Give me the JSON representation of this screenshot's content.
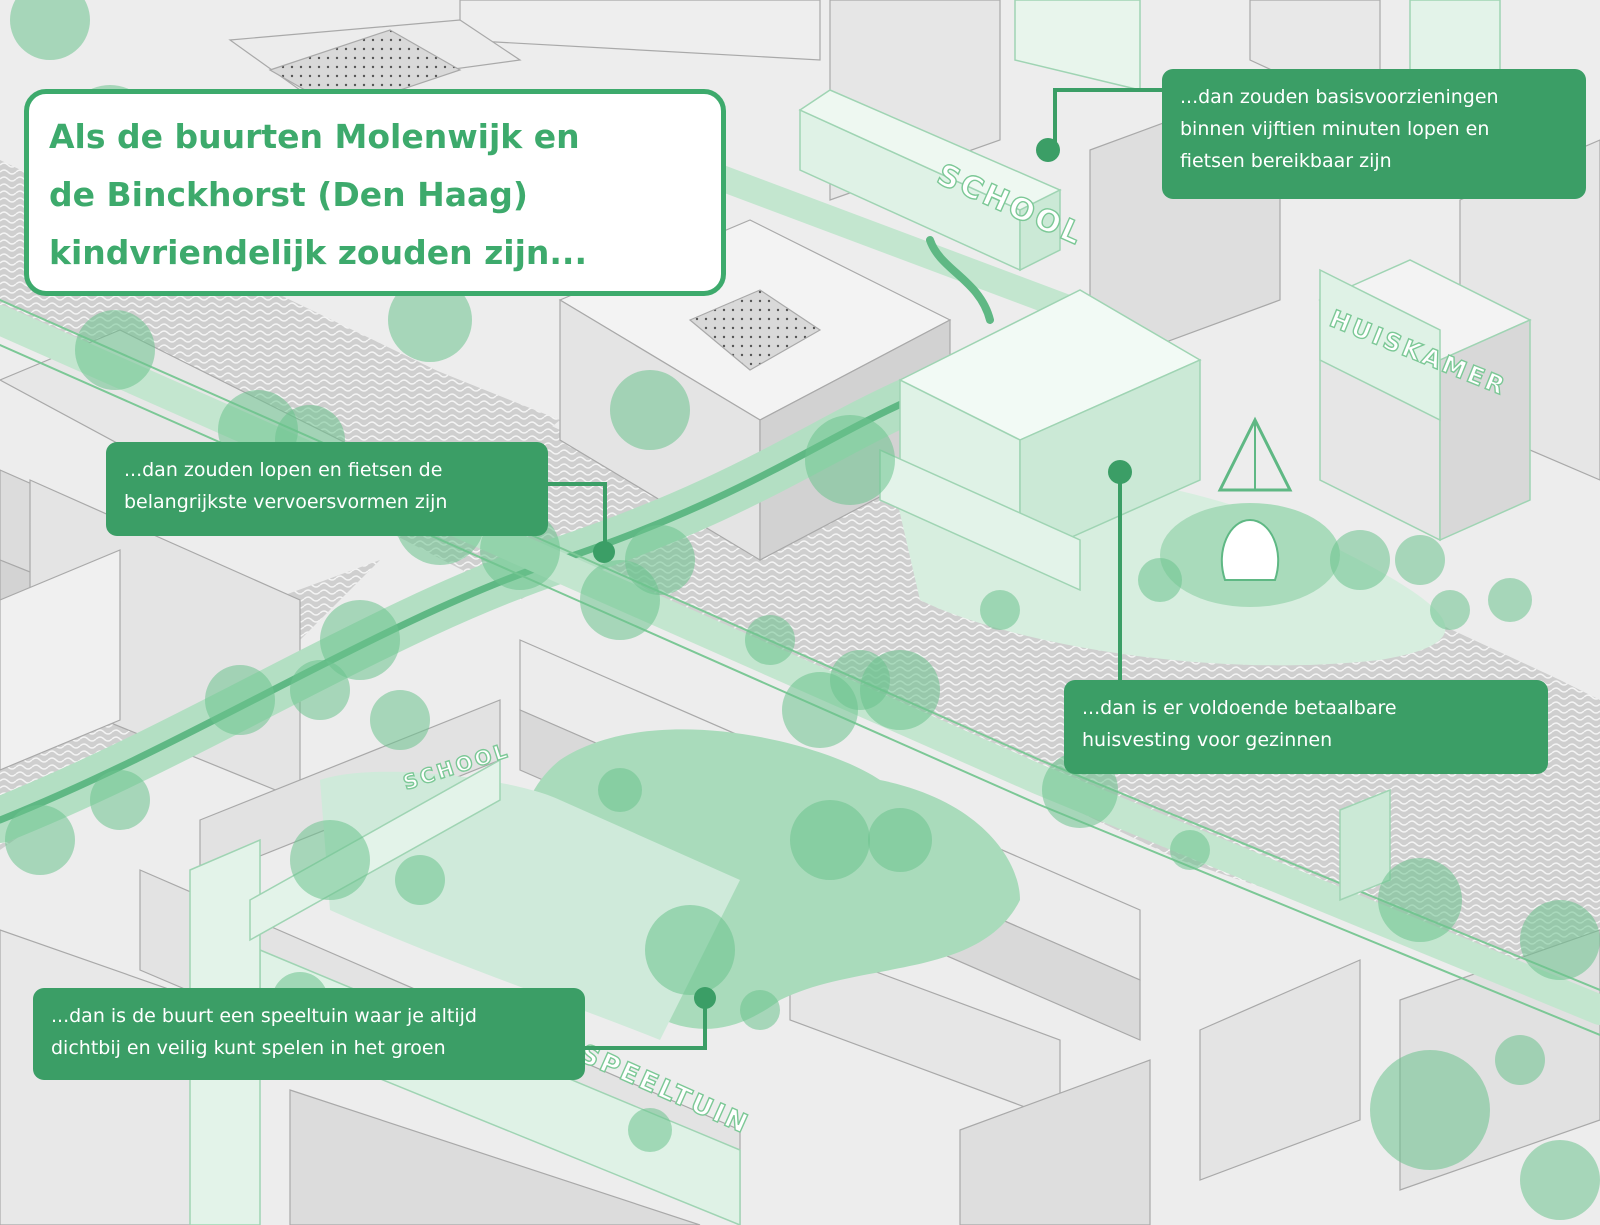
{
  "title": {
    "lines": [
      "Als de buurten Molenwijk en",
      "de Binckhorst (Den Haag)",
      "kindvriendelijk zouden zijn..."
    ]
  },
  "callouts": [
    {
      "id": "basisvoorzieningen",
      "lines": [
        "...dan zouden basisvoorzieningen",
        "binnen vijftien minuten lopen en",
        "fietsen bereikbaar zijn"
      ]
    },
    {
      "id": "lopen-fietsen",
      "lines": [
        "...dan zouden lopen en fietsen de",
        "belangrijkste vervoersvormen zijn"
      ]
    },
    {
      "id": "huisvesting",
      "lines": [
        "...dan is er voldoende betaalbare",
        "huisvesting voor gezinnen"
      ]
    },
    {
      "id": "speeltuin",
      "lines": [
        "...dan is de buurt een speeltuin waar je altijd",
        "dichtbij en veilig kunt spelen in het groen"
      ]
    }
  ],
  "signs": {
    "school_top": "SCHOOL",
    "huiskamer": "HUISKAMER",
    "school_bottom": "SCHOOL",
    "speeltuin": "SPEELTUIN"
  },
  "colors": {
    "accent": "#3daa6c",
    "callout_bg": "#3b9e66",
    "tree_green": "#6cc38e",
    "park_green": "#a9dbbb",
    "building_gray": "#e9e9e9",
    "road_gray": "#c9c9c9"
  }
}
